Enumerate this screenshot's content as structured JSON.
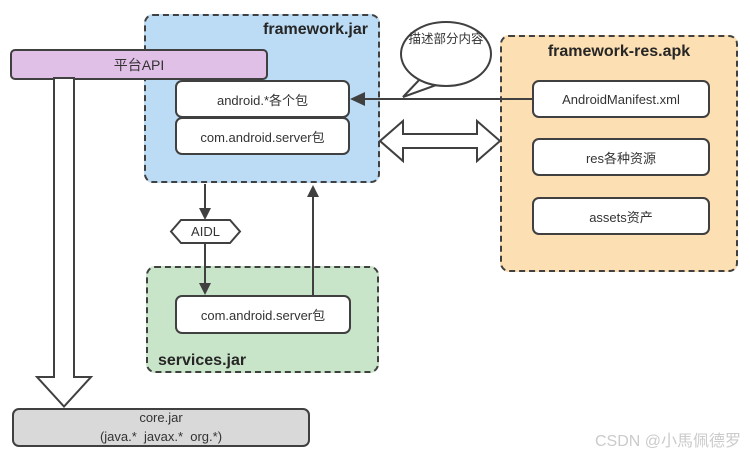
{
  "diagram": {
    "platform_api": {
      "label": "平台API"
    },
    "framework_jar": {
      "title": "framework.jar",
      "packages": [
        "android.*各个包",
        "com.android.server包"
      ]
    },
    "callout": {
      "text": "描述部分内容"
    },
    "framework_res_apk": {
      "title": "framework-res.apk",
      "items": [
        "AndroidManifest.xml",
        "res各种资源",
        "assets资产"
      ]
    },
    "aidl": {
      "label": "AIDL"
    },
    "services_jar": {
      "title": "services.jar",
      "packages": [
        "com.android.server包"
      ]
    },
    "core_jar": {
      "line1": "core.jar",
      "line2": "(java.*  javax.*  org.*)"
    }
  },
  "watermark": {
    "text": "CSDN @小馬佩德罗"
  },
  "colors": {
    "framework_jar_fill": "#BCDCF5",
    "framework_res_fill": "#FCDFB2",
    "services_jar_fill": "#C9E5C9",
    "platform_api_fill": "#E0C0E6",
    "core_jar_fill": "#D9D9D9",
    "stroke": "#404040",
    "watermark_text": "#CBCBCB"
  }
}
